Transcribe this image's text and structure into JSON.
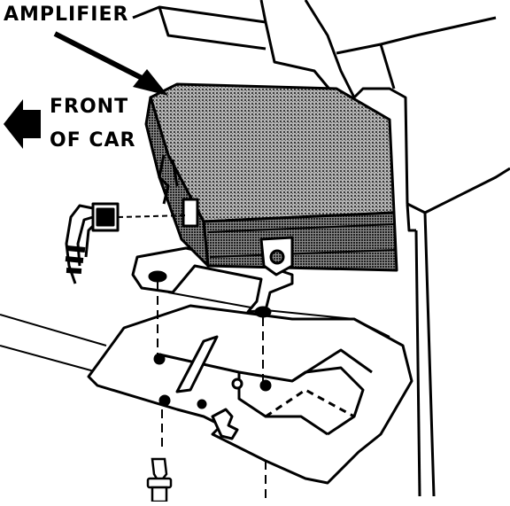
{
  "labels": {
    "amplifier": "AMPLIFIER",
    "front_line1": "FRONT",
    "front_line2": "OF CAR"
  },
  "icons": {
    "direction": "left-arrow-icon"
  },
  "colors": {
    "ink": "#000000",
    "paper": "#ffffff",
    "shade": "#8a8a8a"
  }
}
